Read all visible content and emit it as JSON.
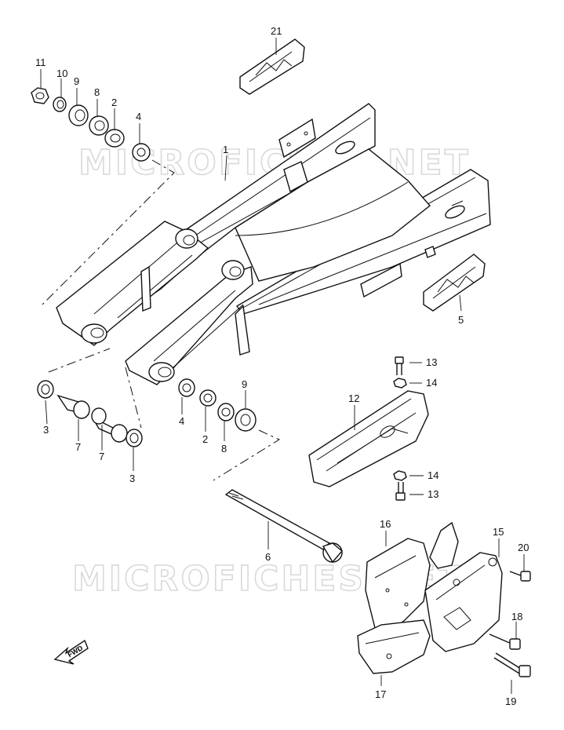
{
  "diagram": {
    "watermark_text": "MICROFICHES.NET",
    "direction_marker": "FWD",
    "callouts": [
      {
        "id": "c11",
        "label": "11"
      },
      {
        "id": "c10",
        "label": "10"
      },
      {
        "id": "c9a",
        "label": "9"
      },
      {
        "id": "c8a",
        "label": "8"
      },
      {
        "id": "c2a",
        "label": "2"
      },
      {
        "id": "c4a",
        "label": "4"
      },
      {
        "id": "c1",
        "label": "1"
      },
      {
        "id": "c21",
        "label": "21"
      },
      {
        "id": "c5",
        "label": "5"
      },
      {
        "id": "c13a",
        "label": "13"
      },
      {
        "id": "c14a",
        "label": "14"
      },
      {
        "id": "c12",
        "label": "12"
      },
      {
        "id": "c14b",
        "label": "14"
      },
      {
        "id": "c13b",
        "label": "13"
      },
      {
        "id": "c3a",
        "label": "3"
      },
      {
        "id": "c7a",
        "label": "7"
      },
      {
        "id": "c7b",
        "label": "7"
      },
      {
        "id": "c3b",
        "label": "3"
      },
      {
        "id": "c4b",
        "label": "4"
      },
      {
        "id": "c2b",
        "label": "2"
      },
      {
        "id": "c8b",
        "label": "8"
      },
      {
        "id": "c9b",
        "label": "9"
      },
      {
        "id": "c6",
        "label": "6"
      },
      {
        "id": "c16",
        "label": "16"
      },
      {
        "id": "c15",
        "label": "15"
      },
      {
        "id": "c20",
        "label": "20"
      },
      {
        "id": "c18",
        "label": "18"
      },
      {
        "id": "c17",
        "label": "17"
      },
      {
        "id": "c19",
        "label": "19"
      }
    ]
  }
}
